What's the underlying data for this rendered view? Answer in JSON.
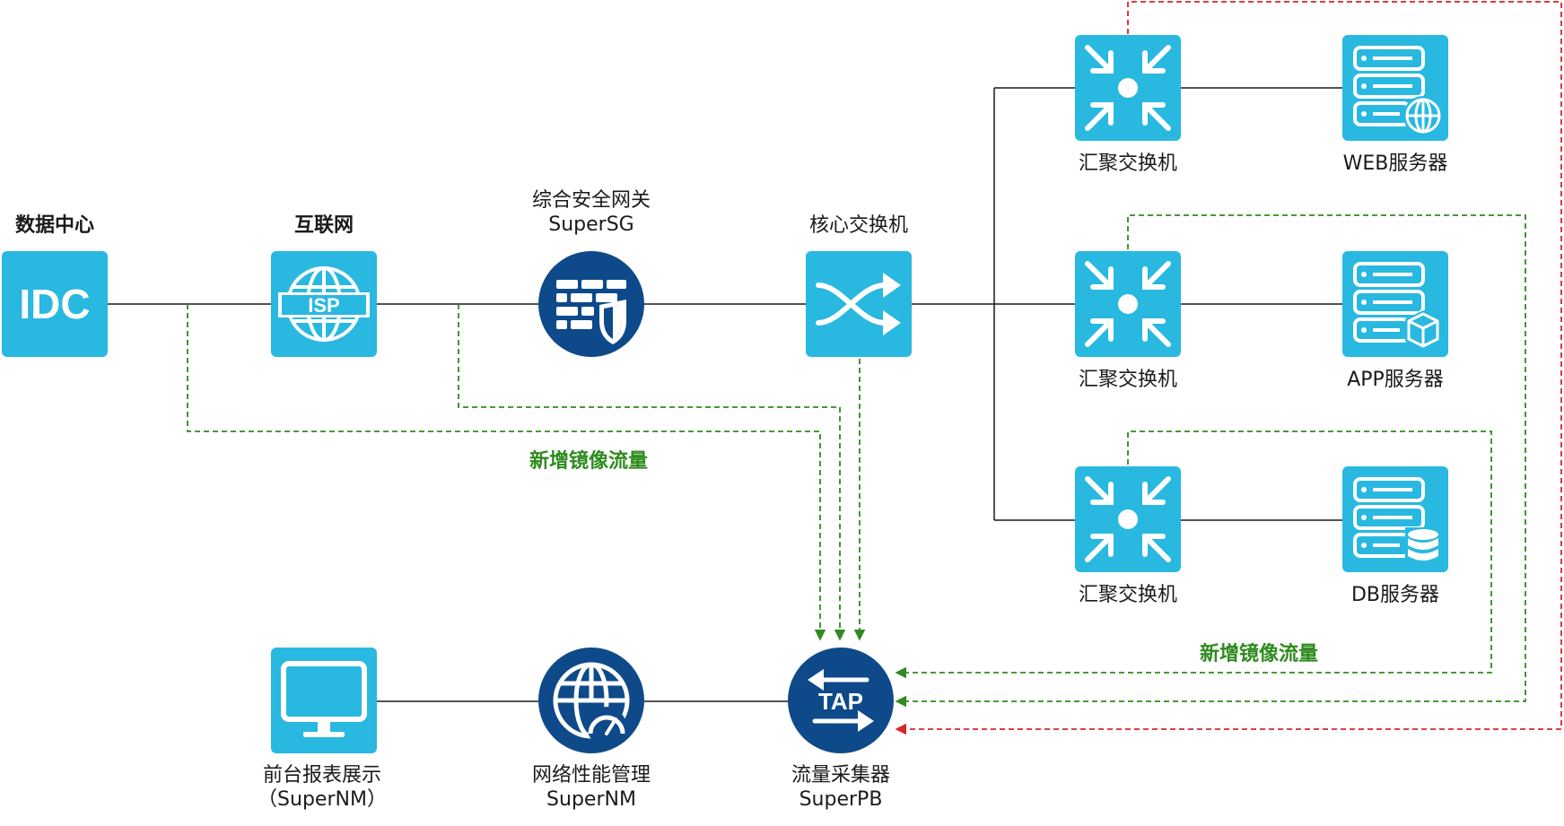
{
  "nodes": {
    "idc": {
      "label": "数据中心",
      "icon_text": "IDC"
    },
    "internet": {
      "label": "互联网",
      "icon_text": "ISP"
    },
    "gateway": {
      "label": "综合安全网关",
      "sublabel": "SuperSG"
    },
    "core_switch": {
      "label": "核心交换机"
    },
    "agg_switch_1": {
      "label": "汇聚交换机"
    },
    "agg_switch_2": {
      "label": "汇聚交换机"
    },
    "agg_switch_3": {
      "label": "汇聚交换机"
    },
    "web_server": {
      "label": "WEB服务器"
    },
    "app_server": {
      "label": "APP服务器"
    },
    "db_server": {
      "label": "DB服务器"
    },
    "front_display": {
      "label": "前台报表展示",
      "sublabel": "（SuperNM）"
    },
    "npm": {
      "label": "网络性能管理",
      "sublabel": "SuperNM"
    },
    "tap": {
      "label": "流量采集器",
      "sublabel": "SuperPB",
      "icon_text": "TAP"
    }
  },
  "annotations": {
    "mirror_left": "新增镜像流量",
    "mirror_right": "新增镜像流量"
  },
  "colors": {
    "tile": "#29b8e0",
    "dark_circle": "#0e4a8a",
    "mirror_green": "#2e8b1e",
    "mirror_red": "#d9252a",
    "link": "#1a1a1a"
  }
}
